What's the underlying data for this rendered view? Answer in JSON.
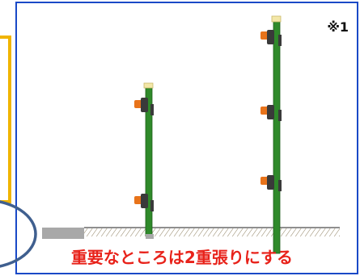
{
  "note_mark": "※1",
  "caption": "重要なところは2重張りにする",
  "colors": {
    "frame_border": "#1a49c7",
    "left_frame": "#f0b400",
    "caption": "#e8221a",
    "post": "#2f8a2a",
    "insulator_orange": "#e8731a",
    "insulator_dark": "#3a3a3a",
    "ground_hatch": "#8a7a5a",
    "ellipse": "#3f5f8f",
    "concrete": "#a8a8a8"
  },
  "posts": [
    {
      "label": "short-post",
      "insulators": 2
    },
    {
      "label": "tall-post",
      "insulators": 3
    }
  ]
}
